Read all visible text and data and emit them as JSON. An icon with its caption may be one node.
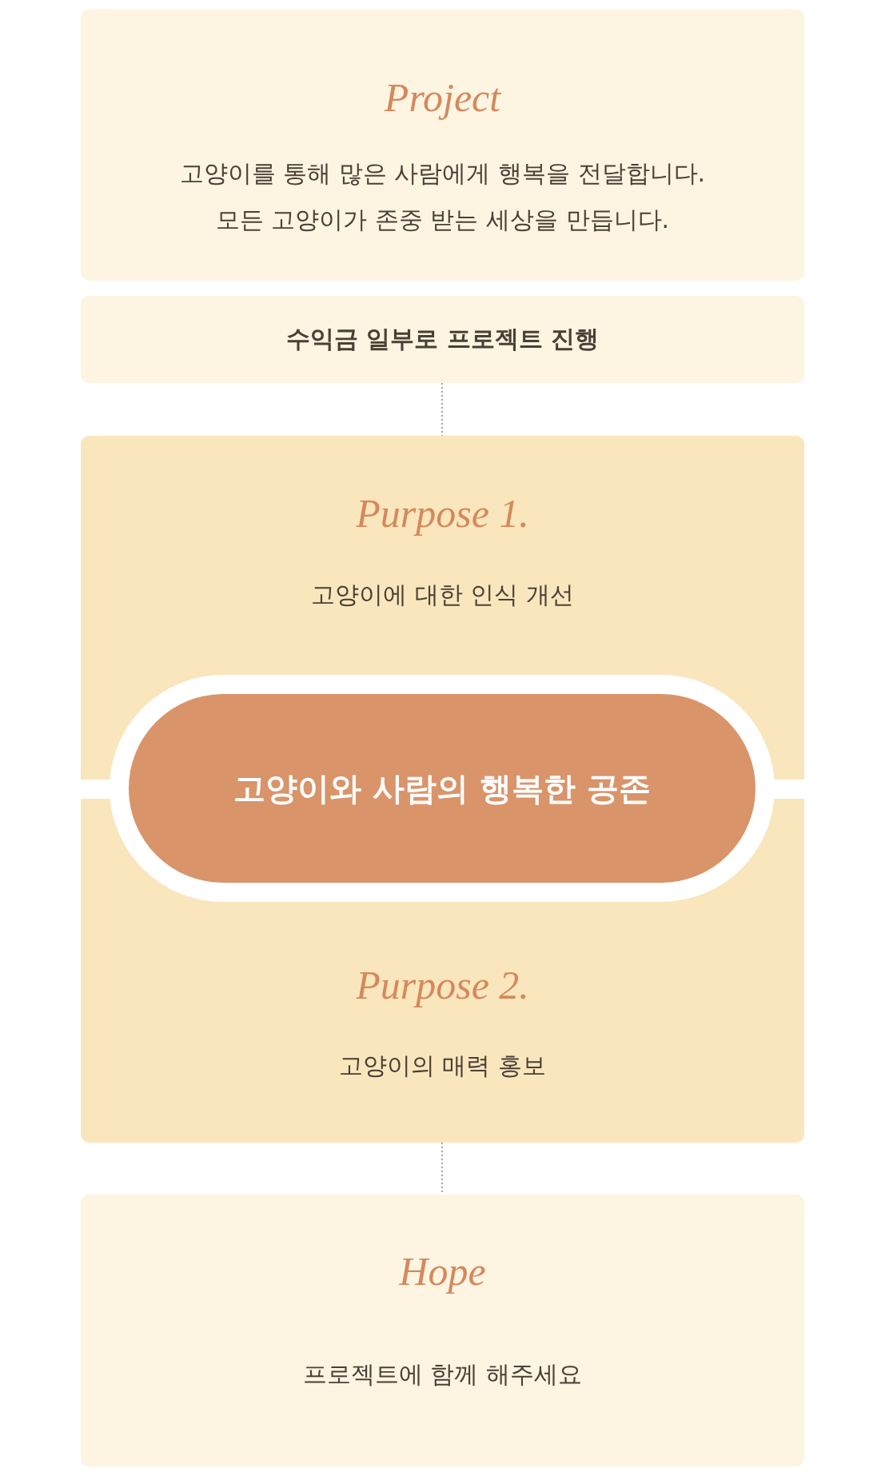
{
  "diagram": {
    "nodes": [
      {
        "text": [
          "Project",
          "고양이를 통해 많은 사람에게 행복을 전달합니다. 모든 고양이가 존중 받는 세상을 만듭니다."
        ]
      },
      {
        "text": [
          "수익금 일부로 프로젝트 진행"
        ]
      },
      {
        "text": [
          "Purpose 1.",
          "고양이에 대한 인식 개선",
          "Purpose 2.",
          "고양이의 매력 홍보"
        ]
      },
      {
        "text": [
          "고양이와 사람의 행복한 공존"
        ],
        "in": 2
      },
      {
        "text": [
          "Hope",
          "프로젝트에 함께 해주세요"
        ]
      }
    ],
    "edges": [
      {
        "from": 1,
        "to": 2,
        "arrow": "none",
        "style": "dashed"
      },
      {
        "from": 2,
        "to": 4,
        "arrow": "none",
        "style": "dashed"
      }
    ]
  }
}
